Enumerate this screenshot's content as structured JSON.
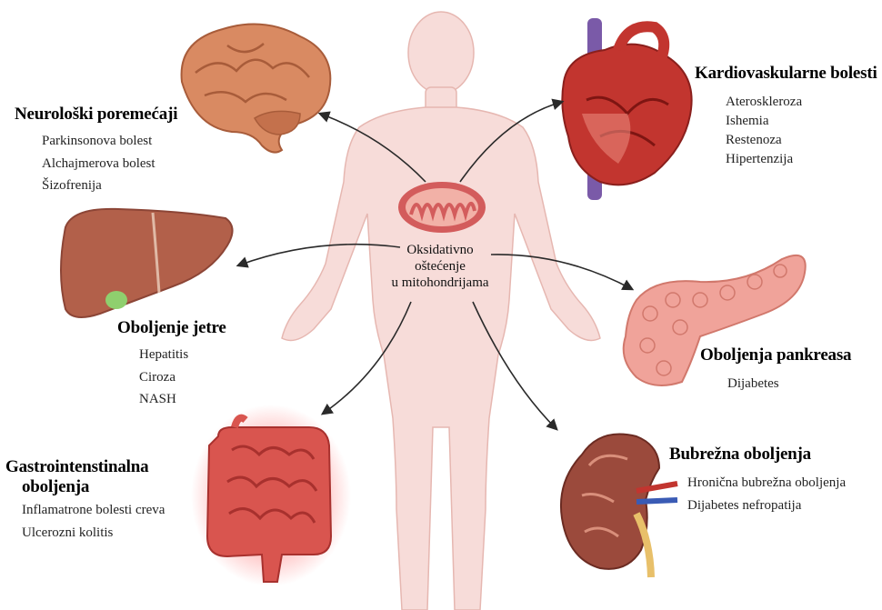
{
  "center": {
    "label_lines": [
      "Oksidativno",
      "oštećenje",
      "u mitohondrijama"
    ]
  },
  "groups": [
    {
      "id": "neuro",
      "title": "Neurološki poremećaji",
      "items": [
        "Parkinsonova bolest",
        "Alchajmerova bolest",
        "Šizofrenija"
      ]
    },
    {
      "id": "liver",
      "title": "Oboljenje jetre",
      "items": [
        "Hepatitis",
        "Ciroza",
        "NASH"
      ]
    },
    {
      "id": "gi",
      "title_lines": [
        "Gastrointenstinalna",
        "oboljenja"
      ],
      "items": [
        "Inflamatrone bolesti creva",
        "Ulcerozni kolitis"
      ]
    },
    {
      "id": "cardio",
      "title": "Kardiovaskularne bolesti",
      "items": [
        "Ateroskleroza",
        "Ishemia",
        "Restenoza",
        "Hipertenzija"
      ]
    },
    {
      "id": "pancreas",
      "title": "Oboljenja pankreasa",
      "items": [
        "Dijabetes"
      ]
    },
    {
      "id": "kidney",
      "title": "Bubrežna oboljenja",
      "items": [
        "Hronična bubrežna oboljenja",
        "Dijabetes nefropatija"
      ]
    }
  ],
  "colors": {
    "body_skin": "#f7dcd9",
    "body_outline": "#e6b7b1",
    "brain": "#d98a62",
    "liver": "#b2604a",
    "heart": "#c2352f",
    "pancreas": "#f0a39a",
    "intestine": "#d9554f",
    "kidney": "#9b4a3c",
    "mitochondrion": "#d35c5c",
    "arrow": "#2a2a2a"
  },
  "icons": [
    "body-silhouette",
    "mitochondrion-icon",
    "brain-icon",
    "liver-icon",
    "intestine-icon",
    "heart-icon",
    "pancreas-icon",
    "kidney-icon"
  ]
}
